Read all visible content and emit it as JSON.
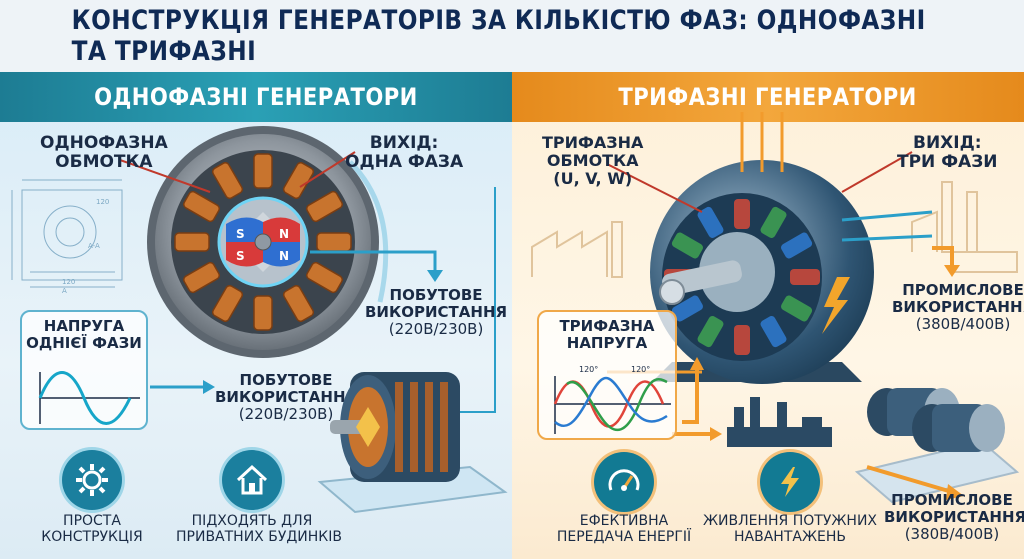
{
  "title": "КОНСТРУКЦІЯ ГЕНЕРАТОРІВ ЗА КІЛЬКІСТЮ ФАЗ: ОДНОФАЗНІ ТА ТРИФАЗНІ",
  "single": {
    "header": "ОДНОФАЗНІ ГЕНЕРАТОРИ",
    "winding": [
      "ОДНОФАЗНА",
      "ОБМОТКА"
    ],
    "output": [
      "ВИХІД:",
      "ОДНА ФАЗА"
    ],
    "rotor_poles": [
      "S",
      "N",
      "S",
      "N"
    ],
    "usage1": [
      "ПОБУТОВЕ",
      "ВИКОРИСТАННЯ",
      "(220В/230В)"
    ],
    "voltage": [
      "НАПРУГА",
      "ОДНІЄЇ ФАЗИ"
    ],
    "usage2": [
      "ПОБУТОВЕ",
      "ВИКОРИСТАННЯ",
      "(220В/230В)"
    ],
    "drawing_dims": [
      "120",
      "A",
      "120",
      "A-A"
    ],
    "feature1": [
      "ПРОСТА",
      "КОНСТРУКЦІЯ"
    ],
    "feature1_icon": "gear-icon",
    "feature2": [
      "ПІДХОДЯТЬ ДЛЯ",
      "ПРИВАТНИХ БУДИНКІВ"
    ],
    "feature2_icon": "house-icon"
  },
  "three": {
    "header": "ТРИФАЗНІ ГЕНЕРАТОРИ",
    "winding": [
      "ТРИФАЗНА",
      "ОБМОТКА",
      "(U, V, W)"
    ],
    "output": [
      "ВИХІД:",
      "ТРИ ФАЗИ"
    ],
    "usage1": [
      "ПРОМИСЛОВЕ",
      "ВИКОРИСТАННЯ",
      "(380В/400В)"
    ],
    "voltage": [
      "ТРИФАЗНА",
      "НАПРУГА"
    ],
    "phase_angles": [
      "120°",
      "120°"
    ],
    "feature1": [
      "ЕФЕКТИВНА",
      "ПЕРЕДАЧА ЕНЕРГІЇ"
    ],
    "feature1_icon": "gauge-icon",
    "feature2": [
      "ЖИВЛЕННЯ ПОТУЖНИХ",
      "НАВАНТАЖЕНЬ"
    ],
    "feature2_icon": "lightning-icon",
    "usage2": [
      "ПРОМИСЛОВЕ",
      "ВИКОРИСТАННЯ",
      "(380В/400В)"
    ]
  },
  "colors": {
    "single_accent": "#1d7c93",
    "three_accent": "#e58a1c",
    "title": "#0f2a55",
    "copper": "#c8742e"
  }
}
